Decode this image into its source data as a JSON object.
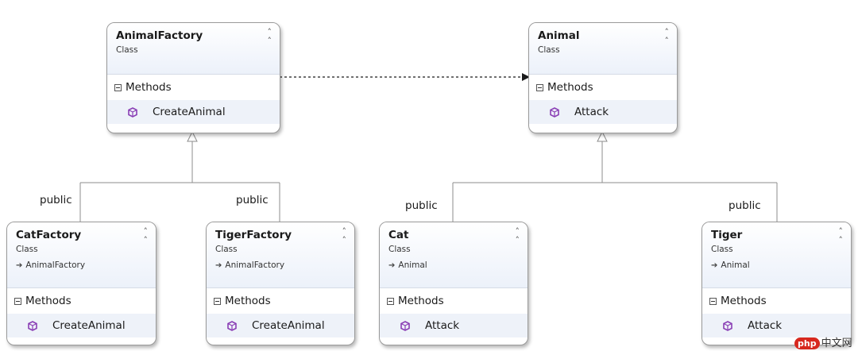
{
  "classes": {
    "animal_factory": {
      "name": "AnimalFactory",
      "stereotype": "Class",
      "section": "Methods",
      "methods": [
        "CreateAnimal"
      ]
    },
    "animal": {
      "name": "Animal",
      "stereotype": "Class",
      "section": "Methods",
      "methods": [
        "Attack"
      ]
    },
    "cat_factory": {
      "name": "CatFactory",
      "stereotype": "Class",
      "base": "AnimalFactory",
      "section": "Methods",
      "methods": [
        "CreateAnimal"
      ]
    },
    "tiger_factory": {
      "name": "TigerFactory",
      "stereotype": "Class",
      "base": "AnimalFactory",
      "section": "Methods",
      "methods": [
        "CreateAnimal"
      ]
    },
    "cat": {
      "name": "Cat",
      "stereotype": "Class",
      "base": "Animal",
      "section": "Methods",
      "methods": [
        "Attack"
      ]
    },
    "tiger": {
      "name": "Tiger",
      "stereotype": "Class",
      "base": "Animal",
      "section": "Methods",
      "methods": [
        "Attack"
      ]
    }
  },
  "connectors": {
    "cat_factory_label": "public",
    "tiger_factory_label": "public",
    "cat_label": "public",
    "tiger_label": "public"
  },
  "icons": {
    "collapse": "double-chevron-up-icon",
    "section_toggle": "minus-box-icon",
    "method": "method-cube-icon",
    "inherits": "inheritance-arrow-icon"
  },
  "colors": {
    "method_icon": "#8a3fb5",
    "header_gradient_end": "#ecf1fa",
    "member_row": "#eef2f9",
    "border": "#9a9a9a"
  },
  "watermark": {
    "brand": "php",
    "text": "中文网"
  }
}
